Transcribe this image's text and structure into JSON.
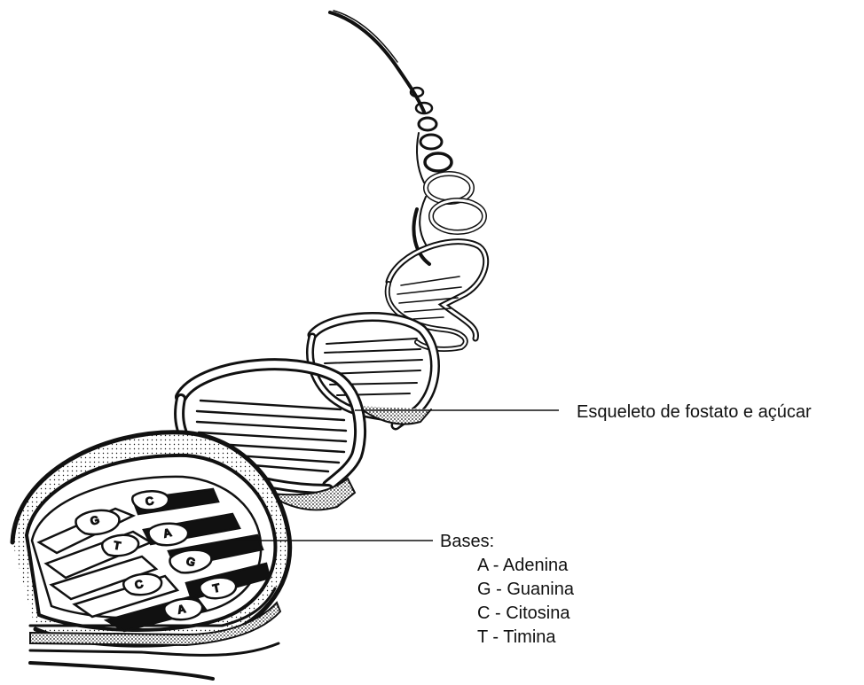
{
  "labels": {
    "backbone": "Esqueleto de fostato e açúcar",
    "bases_title": "Bases:"
  },
  "bases": [
    {
      "text": "A - Adenina"
    },
    {
      "text": "G - Guanina"
    },
    {
      "text": "C - Citosina"
    },
    {
      "text": "T - Timina"
    }
  ],
  "base_letters": [
    "G",
    "C",
    "T",
    "A",
    "G",
    "C",
    "T",
    "A"
  ],
  "colors": {
    "ink": "#111111",
    "background": "#ffffff"
  }
}
